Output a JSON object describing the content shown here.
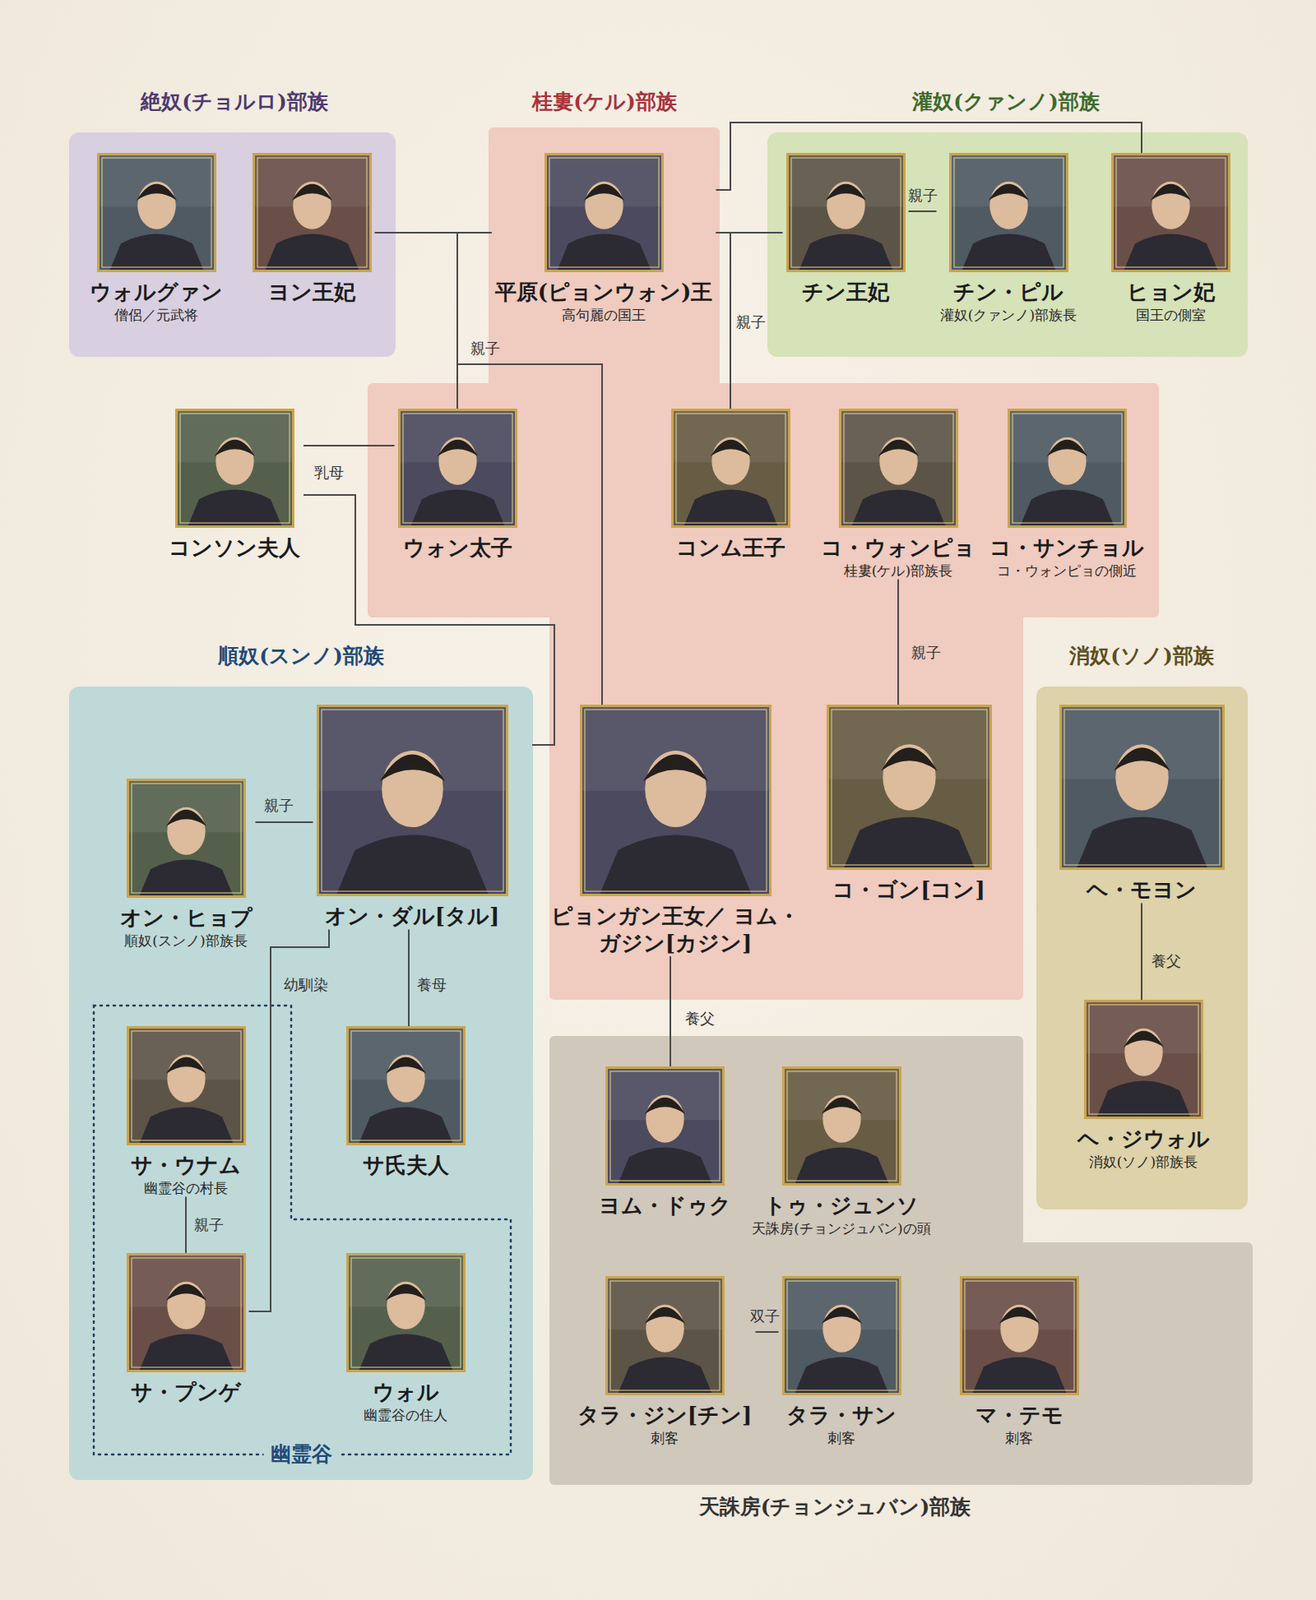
{
  "diagram": {
    "nodes": [
      {
        "text": [
          "絶奴(チョルロ)部族"
        ]
      },
      {
        "text": [
          "ウォルグァン",
          "僧侶／元武将"
        ],
        "in": 0
      },
      {
        "text": [
          "ヨン王妃"
        ],
        "in": 0
      },
      {
        "text": [
          "桂婁(ケル)部族"
        ]
      },
      {
        "text": [
          "平原(ピョンウォン)王",
          "高句麗の国王"
        ],
        "in": 3
      },
      {
        "text": [
          "灌奴(クァンノ)部族"
        ]
      },
      {
        "text": [
          "チン王妃"
        ],
        "in": 5
      },
      {
        "text": [
          "チン・ピル",
          "灌奴(クァンノ)部族長"
        ],
        "in": 5
      },
      {
        "text": [
          "ヒョン妃",
          "国王の側室"
        ],
        "in": 5
      },
      {
        "text": [
          "コンソン夫人"
        ]
      },
      {
        "text": [
          "ウォン太子"
        ],
        "in": 3
      },
      {
        "text": [
          "コンム王子"
        ],
        "in": 3
      },
      {
        "text": [
          "コ・ウォンピョ",
          "桂婁(ケル)部族長"
        ],
        "in": 3
      },
      {
        "text": [
          "コ・サンチョル",
          "コ・ウォンピョの側近"
        ],
        "in": 3
      },
      {
        "text": [
          "順奴(スンノ)部族"
        ]
      },
      {
        "text": [
          "オン・ヒョプ",
          "順奴(スンノ)部族長"
        ],
        "in": 14
      },
      {
        "text": [
          "オン・ダル[タル]"
        ],
        "in": 14
      },
      {
        "text": [
          "幽霊谷"
        ],
        "in": 14
      },
      {
        "text": [
          "サ・ウナム",
          "幽霊谷の村長"
        ],
        "in": 17
      },
      {
        "text": [
          "サ氏夫人"
        ],
        "in": 14
      },
      {
        "text": [
          "サ・プンゲ"
        ],
        "in": 17
      },
      {
        "text": [
          "ウォル",
          "幽霊谷の住人"
        ],
        "in": 17
      },
      {
        "text": [
          "ピョンガン王女／ ヨム・ガジン[カジン]"
        ],
        "in": 3
      },
      {
        "text": [
          "コ・ゴン[コン]"
        ],
        "in": 3
      },
      {
        "text": [
          "消奴(ソノ)部族"
        ]
      },
      {
        "text": [
          "ヘ・モヨン"
        ],
        "in": 24
      },
      {
        "text": [
          "ヘ・ジウォル",
          "消奴(ソノ)部族長"
        ],
        "in": 24
      },
      {
        "text": [
          "天誅房(チョンジュバン)部族"
        ]
      },
      {
        "text": [
          "ヨム・ドゥク"
        ],
        "in": 27
      },
      {
        "text": [
          "トゥ・ジュンソ",
          "天誅房(チョンジュバン)の頭"
        ],
        "in": 27
      },
      {
        "text": [
          "タラ・ジン[チン]",
          "刺客"
        ],
        "in": 27
      },
      {
        "text": [
          "タラ・サン",
          "刺客"
        ],
        "in": 27
      },
      {
        "text": [
          "マ・テモ",
          "刺客"
        ],
        "in": 27
      }
    ],
    "edges": [
      {
        "from": 2,
        "to": 4,
        "arrow": "none"
      },
      {
        "from": 4,
        "to": 10,
        "arrow": "none",
        "label": "親子"
      },
      {
        "from": 4,
        "to": 22,
        "arrow": "none"
      },
      {
        "from": 4,
        "to": 11,
        "arrow": "none",
        "label": "親子"
      },
      {
        "from": 4,
        "to": 6,
        "arrow": "none"
      },
      {
        "from": 4,
        "to": 8,
        "arrow": "none"
      },
      {
        "from": 7,
        "to": 6,
        "arrow": "none",
        "label": "親子"
      },
      {
        "from": 9,
        "to": 10,
        "arrow": "none",
        "label": "乳母"
      },
      {
        "from": 9,
        "to": 22,
        "arrow": "none"
      },
      {
        "from": 12,
        "to": 23,
        "arrow": "none",
        "label": "親子"
      },
      {
        "from": 15,
        "to": 16,
        "arrow": "none",
        "label": "親子"
      },
      {
        "from": 16,
        "to": 19,
        "arrow": "none",
        "label": "養母"
      },
      {
        "from": 16,
        "to": 20,
        "arrow": "none",
        "label": "幼馴染"
      },
      {
        "from": 18,
        "to": 20,
        "arrow": "none",
        "label": "親子"
      },
      {
        "from": 22,
        "to": 28,
        "arrow": "none",
        "label": "養父"
      },
      {
        "from": 30,
        "to": 31,
        "arrow": "none",
        "label": "双子"
      },
      {
        "from": 25,
        "to": 26,
        "arrow": "none",
        "label": "養父"
      }
    ]
  }
}
